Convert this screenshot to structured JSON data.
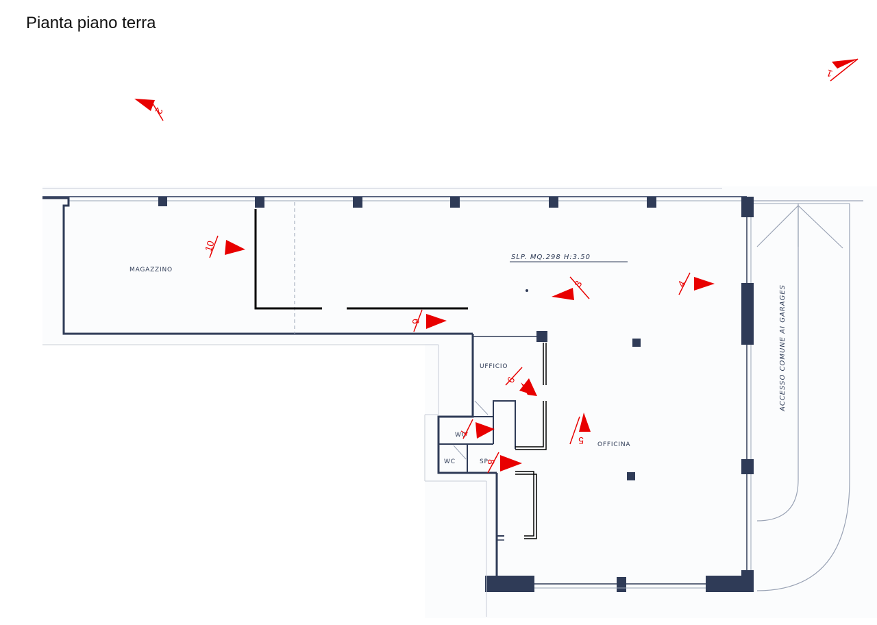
{
  "title": "Pianta piano terra",
  "colors": {
    "wall": "#2f3b57",
    "wall_light": "#8a93a6",
    "marker": "#e80000",
    "partition": "#000000",
    "background": "#ffffff"
  },
  "rooms": {
    "magazzino": "MAGAZZINO",
    "ufficio": "UFFICIO",
    "officina": "OFFICINA",
    "wc_upper": "WC",
    "wc_lower": "WC",
    "sp": "SP"
  },
  "annotations": {
    "area": "SLP. MQ.298 H:3.50",
    "access": "ACCESSO COMUNE AI GARAGES"
  },
  "markers": [
    {
      "id": "1",
      "label": "1"
    },
    {
      "id": "2",
      "label": "2"
    },
    {
      "id": "3",
      "label": "3"
    },
    {
      "id": "4",
      "label": "4"
    },
    {
      "id": "5",
      "label": "5"
    },
    {
      "id": "6a",
      "label": "6"
    },
    {
      "id": "6b",
      "label": "6"
    },
    {
      "id": "7",
      "label": "7"
    },
    {
      "id": "8",
      "label": "8"
    },
    {
      "id": "10",
      "label": "10"
    }
  ]
}
